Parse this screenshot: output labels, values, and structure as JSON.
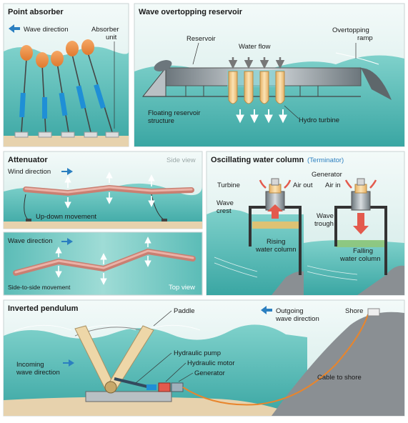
{
  "panels": {
    "point_absorber": {
      "title": "Point absorber",
      "wave_direction": "Wave direction",
      "absorber_unit": "Absorber unit"
    },
    "overtopping": {
      "title": "Wave overtopping reservoir",
      "reservoir": "Reservoir",
      "water_flow": "Water flow",
      "overtopping_ramp": "Overtopping ramp",
      "floating_structure": "Floating reservoir structure",
      "hydro_turbine": "Hydro turbine"
    },
    "attenuator": {
      "title": "Attenuator",
      "side_view": "Side view",
      "wind_direction": "Wind direction",
      "up_down": "Up-down movement",
      "wave_direction": "Wave direction",
      "side_to_side": "Side-to-side movement",
      "top_view": "Top view"
    },
    "owc": {
      "title": "Oscillating water column",
      "subtitle": "(Terminator)",
      "turbine": "Turbine",
      "air_out": "Air out",
      "generator": "Generator",
      "air_in": "Air in",
      "wave_crest": "Wave crest",
      "wave_trough": "Wave trough",
      "rising": "Rising water column",
      "falling": "Falling water column"
    },
    "pendulum": {
      "title": "Inverted pendulum",
      "paddle": "Paddle",
      "outgoing": "Outgoing wave direction",
      "shore": "Shore",
      "incoming": "Incoming wave direction",
      "hydraulic_pump": "Hydraulic pump",
      "hydraulic_motor": "Hydraulic motor",
      "generator": "Generator",
      "cable": "Cable to shore"
    }
  },
  "colors": {
    "sea": "#5fbfba",
    "sea_deep": "#3aa6a3",
    "sky": "#e4f3f1",
    "float": "#f0954a",
    "cylinder": "#1f8fd6",
    "turbine": "#f1c882",
    "arrow_blue": "#2b7fc0",
    "tube": "#e09a8c",
    "cable": "#e8852c",
    "rock": "#8a8f93",
    "sand": "#e7d2ad"
  }
}
